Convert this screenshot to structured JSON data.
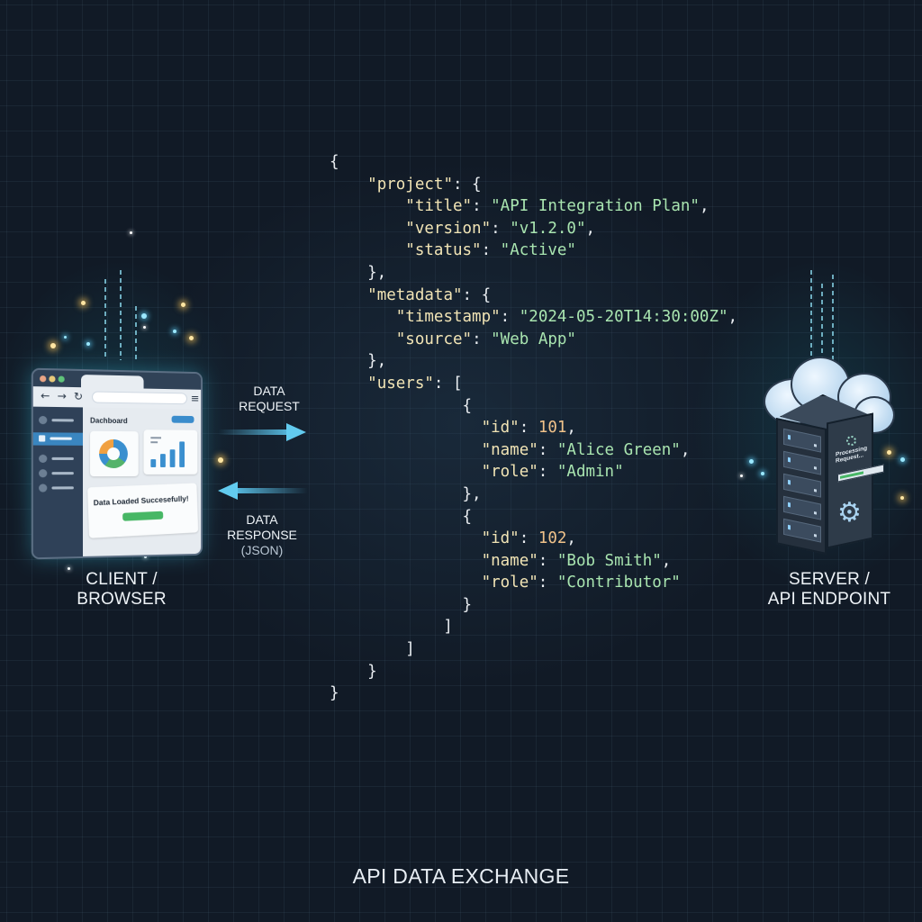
{
  "title": "API DATA EXCHANGE",
  "client": {
    "label_line1": "CLIENT /",
    "label_line2": "BROWSER",
    "browser": {
      "nav_icons": [
        "back-arrow-icon",
        "forward-arrow-icon",
        "refresh-icon",
        "menu-icon"
      ],
      "back": "←",
      "forward": "→",
      "refresh": "↻",
      "menu": "≡",
      "dashboard_title": "Dachboard",
      "success_message": "Data Loaded Succesefully!"
    }
  },
  "flows": {
    "request": {
      "line1": "DATA",
      "line2": "REQUEST",
      "direction": "client-to-server"
    },
    "response": {
      "line1": "DATA",
      "line2": "RESPONSE",
      "line3": "(JSON)",
      "direction": "server-to-client"
    }
  },
  "server": {
    "label_line1": "SERVER /",
    "label_line2": "API ENDPOINT",
    "status_line1": "Processing",
    "status_line2": "Request...",
    "gear": "⚙"
  },
  "json_lines": [
    [
      [
        "p",
        "{"
      ]
    ],
    [
      [
        "p",
        "    "
      ],
      [
        "k",
        "\"project\""
      ],
      [
        "p",
        ": {"
      ]
    ],
    [
      [
        "p",
        "        "
      ],
      [
        "k",
        "\"title\""
      ],
      [
        "p",
        ": "
      ],
      [
        "s",
        "\"API Integration Plan\""
      ],
      [
        "p",
        ","
      ]
    ],
    [
      [
        "p",
        "        "
      ],
      [
        "k",
        "\"version\""
      ],
      [
        "p",
        ": "
      ],
      [
        "s",
        "\"v1.2.0\""
      ],
      [
        "p",
        ","
      ]
    ],
    [
      [
        "p",
        "        "
      ],
      [
        "k",
        "\"status\""
      ],
      [
        "p",
        ": "
      ],
      [
        "s",
        "\"Active\""
      ]
    ],
    [
      [
        "p",
        "    },"
      ]
    ],
    [
      [
        "p",
        "    "
      ],
      [
        "k",
        "\"metadata\""
      ],
      [
        "p",
        ": {"
      ]
    ],
    [
      [
        "p",
        "       "
      ],
      [
        "k",
        "\"timestamp\""
      ],
      [
        "p",
        ": "
      ],
      [
        "s",
        "\"2024-05-20T14:30:00Z\""
      ],
      [
        "p",
        ","
      ]
    ],
    [
      [
        "p",
        "       "
      ],
      [
        "k",
        "\"source\""
      ],
      [
        "p",
        ": "
      ],
      [
        "s",
        "\"Web App\""
      ]
    ],
    [
      [
        "p",
        "    },"
      ]
    ],
    [
      [
        "p",
        "    "
      ],
      [
        "k",
        "\"users\""
      ],
      [
        "p",
        ": ["
      ]
    ],
    [
      [
        "p",
        "              {"
      ]
    ],
    [
      [
        "p",
        "                "
      ],
      [
        "k",
        "\"id\""
      ],
      [
        "p",
        ": "
      ],
      [
        "n",
        "101"
      ],
      [
        "p",
        ","
      ]
    ],
    [
      [
        "p",
        "                "
      ],
      [
        "k",
        "\"name\""
      ],
      [
        "p",
        ": "
      ],
      [
        "s",
        "\"Alice Green\""
      ],
      [
        "p",
        ","
      ]
    ],
    [
      [
        "p",
        "                "
      ],
      [
        "k",
        "\"role\""
      ],
      [
        "p",
        ": "
      ],
      [
        "s",
        "\"Admin\""
      ]
    ],
    [
      [
        "p",
        "              },"
      ]
    ],
    [
      [
        "p",
        "              {"
      ]
    ],
    [
      [
        "p",
        "                "
      ],
      [
        "k",
        "\"id\""
      ],
      [
        "p",
        ": "
      ],
      [
        "n",
        "102"
      ],
      [
        "p",
        ","
      ]
    ],
    [
      [
        "p",
        "                "
      ],
      [
        "k",
        "\"name\""
      ],
      [
        "p",
        ": "
      ],
      [
        "s",
        "\"Bob Smith\""
      ],
      [
        "p",
        ","
      ]
    ],
    [
      [
        "p",
        "                "
      ],
      [
        "k",
        "\"role\""
      ],
      [
        "p",
        ": "
      ],
      [
        "s",
        "\"Contributor\""
      ]
    ],
    [
      [
        "p",
        "              }"
      ]
    ],
    [
      [
        "p",
        "            ]"
      ]
    ],
    [
      [
        "p",
        "        ]"
      ]
    ],
    [
      [
        "p",
        "    }"
      ]
    ],
    [
      [
        "p",
        "}"
      ]
    ]
  ],
  "colors": {
    "background": "#111a26",
    "json_key": "#f1e4b5",
    "json_string": "#a9e5b0",
    "json_number": "#f0c28a",
    "arrow": "#5cc6ee",
    "success_green": "#47b765",
    "accent_blue": "#3a8fcf"
  }
}
